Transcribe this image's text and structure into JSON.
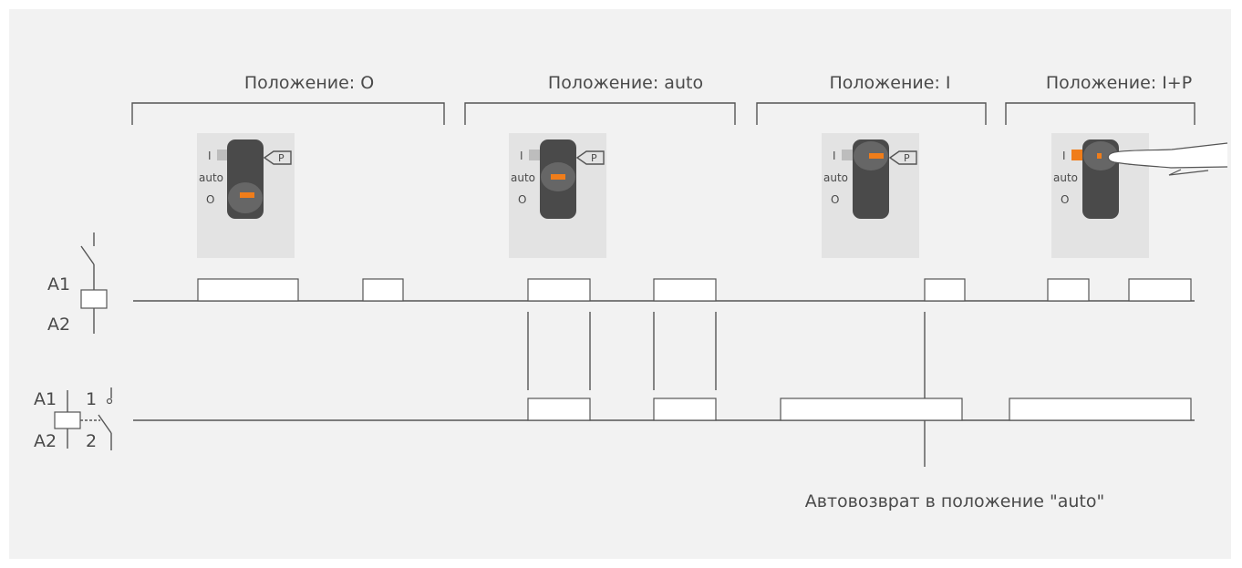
{
  "positions": [
    {
      "label": "Положение: O"
    },
    {
      "label": "Положение: auto"
    },
    {
      "label": "Положение: I"
    },
    {
      "label": "Положение: I+P"
    }
  ],
  "switch_labels": {
    "on": "I",
    "auto": "auto",
    "off": "O",
    "permanent": "P"
  },
  "left_labels": {
    "coil_a1": "A1",
    "coil_a2": "A2",
    "relay_a1": "A1",
    "relay_a2": "A2",
    "contact_1": "1",
    "contact_2": "2"
  },
  "note": "Автовозврат в положение \"auto\"",
  "colors": {
    "accent": "#f07d1a",
    "background": "#f2f2f2",
    "switch_body": "#4a4a4a",
    "line": "#555555"
  }
}
